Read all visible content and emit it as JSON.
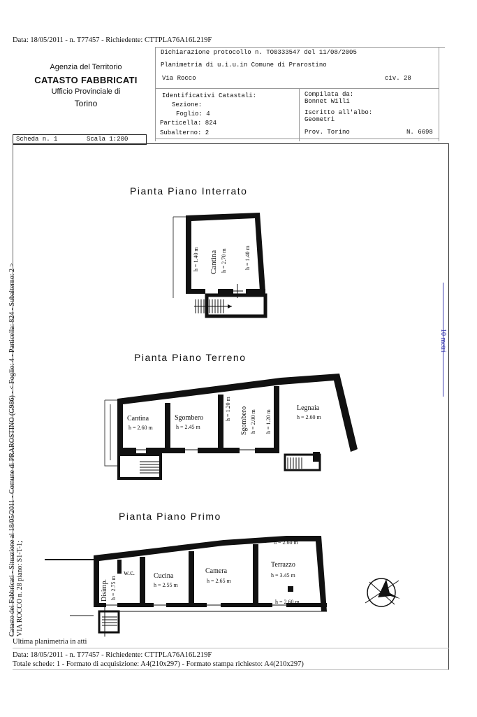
{
  "top_line": "Data: 18/05/2011 - n. T77457 - Richiedente: CTTPLA76A16L219F",
  "agency": {
    "line1": "Agenzia del Territorio",
    "line2": "CATASTO FABBRICATI",
    "line3": "Ufficio Provinciale di",
    "line4": "Torino"
  },
  "header": {
    "protocol": "Dichiarazione protocollo n.  TO0333547 del  11/08/2005",
    "planimetry": "Planimetria di u.i.u.in Comune di Prarostino",
    "street": "Via Rocco",
    "civ": "civ. 28",
    "ident_title": "Identificativi Catastali:",
    "sezione": "Sezione:",
    "foglio": "Foglio: 4",
    "particella": "Particella: 824",
    "subalterno": "Subalterno: 2",
    "compiled_label": "Compilata da:",
    "compiled_name": "Bonnet Willi",
    "registered_label": "Iscritto all'albo:",
    "registered_value": "Geometri",
    "prov": "Prov. Torino",
    "number": "N.  6698"
  },
  "scheda": "Scheda n. 1",
  "scala": "Scala 1:200",
  "scale_bar": "10 metri",
  "floors": {
    "interrato": {
      "title": "Pianta Piano Interrato",
      "room": "Cantina",
      "h_main": "h = 2.70 m",
      "h_left": "h = 1.40 m",
      "h_right": "h = 1.40 m"
    },
    "terreno": {
      "title": "Pianta Piano Terreno",
      "cantina": "Cantina",
      "cantina_h": "h = 2.60 m",
      "sgombero1": "Sgombero",
      "sgombero1_h": "h = 2.45 m",
      "sgombero2": "Sgombero",
      "sgombero2_h": "h = 2.00 m",
      "h_120a": "h = 1.20 m",
      "h_120b": "h = 1.20 m",
      "legnaia": "Legnaia",
      "legnaia_h": "h = 2.60 m"
    },
    "primo": {
      "title": "Pianta Piano Primo",
      "disimp": "Disimp.",
      "disimp_h": "h = 2.75 m",
      "wc": "w.c.",
      "cucina": "Cucina",
      "cucina_h": "h = 2.55 m",
      "camera": "Camera",
      "camera_h": "h = 2.65 m",
      "terrazzo": "Terrazzo",
      "terrazzo_h": "h = 3.45 m",
      "h_top": "h = 2.60 m",
      "h_bottom": "h = 2.60 m"
    }
  },
  "side_line1": "Catasto dei Fabbricati - Situazione al 18/05/2011 - Comune di PRAROSTINO (G986) - < Foglio: 4 - Particella: 824 - Subalterno: 2 >",
  "side_line2": "VIA ROCCO n. 28 piano: S1-T-1;",
  "footer": {
    "last": "Ultima planimetria in atti",
    "data": "Data: 18/05/2011 - n. T77457 - Richiedente: CTTPLA76A16L219F",
    "totale": "Totale schede: 1 - Formato di acquisizione: A4(210x297)  - Formato stampa richiesto: A4(210x297)"
  }
}
